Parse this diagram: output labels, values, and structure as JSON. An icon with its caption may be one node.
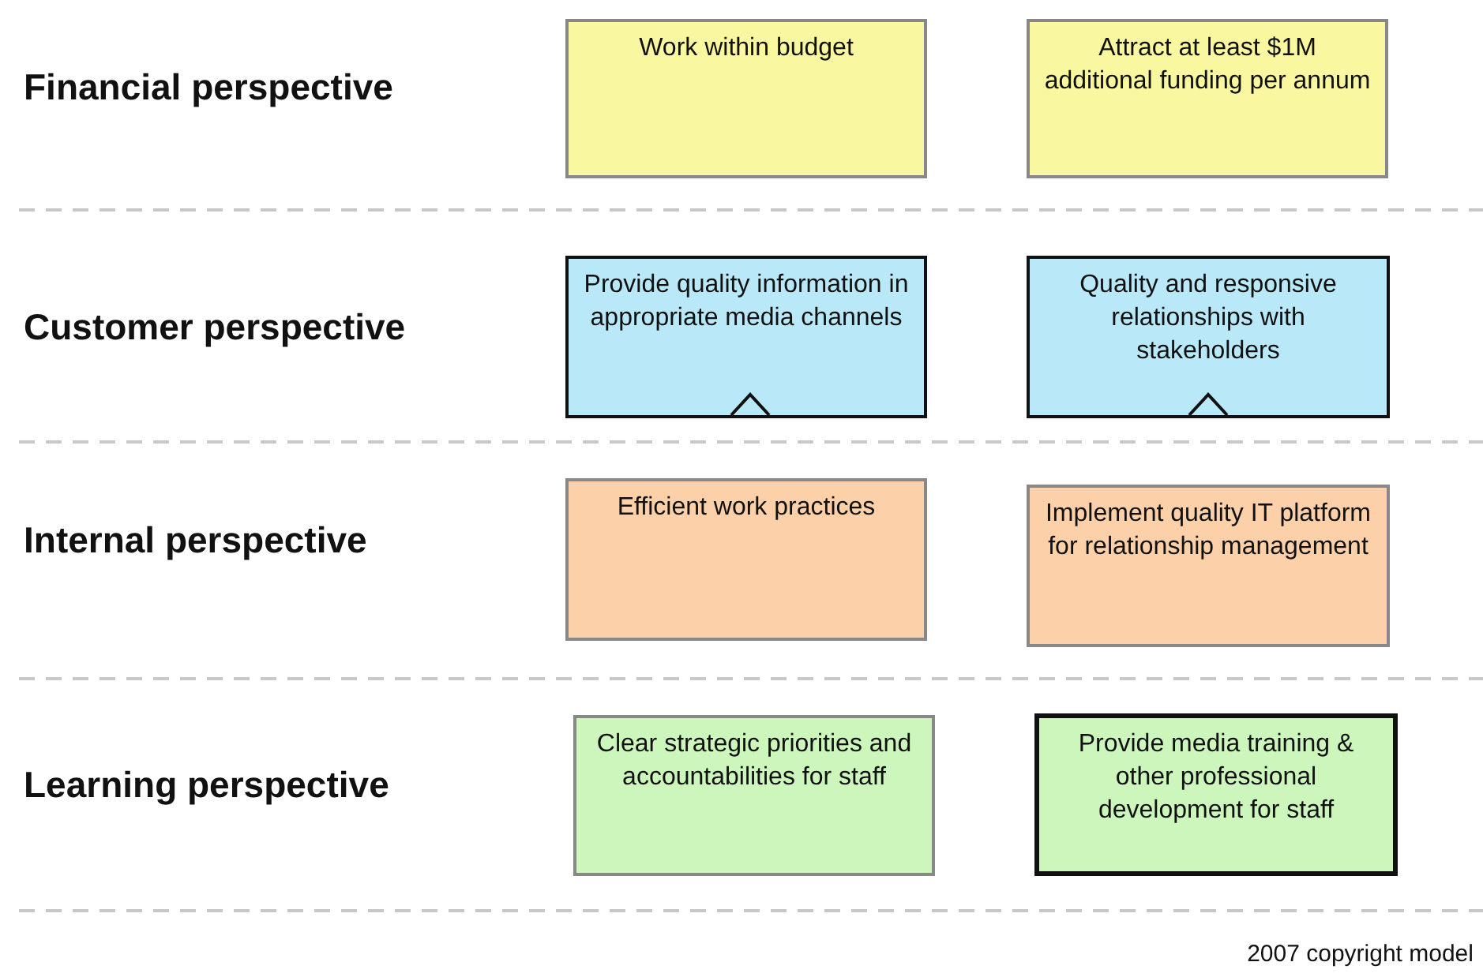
{
  "diagram": {
    "caption": "2007 copyright model",
    "nodes": [
      {
        "text": [
          "Work within budget"
        ]
      },
      {
        "text": [
          "Attract at least  $1M additional funding per annum"
        ]
      },
      {
        "text": [
          "Provide quality information in appropriate media channels"
        ]
      },
      {
        "text": [
          "Quality and responsive relationships with stakeholders"
        ]
      },
      {
        "text": [
          "Efficient work practices"
        ]
      },
      {
        "text": [
          "Implement quality IT platform for relationship management"
        ]
      },
      {
        "text": [
          "Clear strategic priorities and accountabilities for staff"
        ]
      },
      {
        "text": [
          "Provide media training & other professional development for staff"
        ]
      }
    ],
    "labels": [
      "Financial perspective",
      "Customer perspective",
      "Internal perspective",
      "Learning perspective"
    ]
  }
}
